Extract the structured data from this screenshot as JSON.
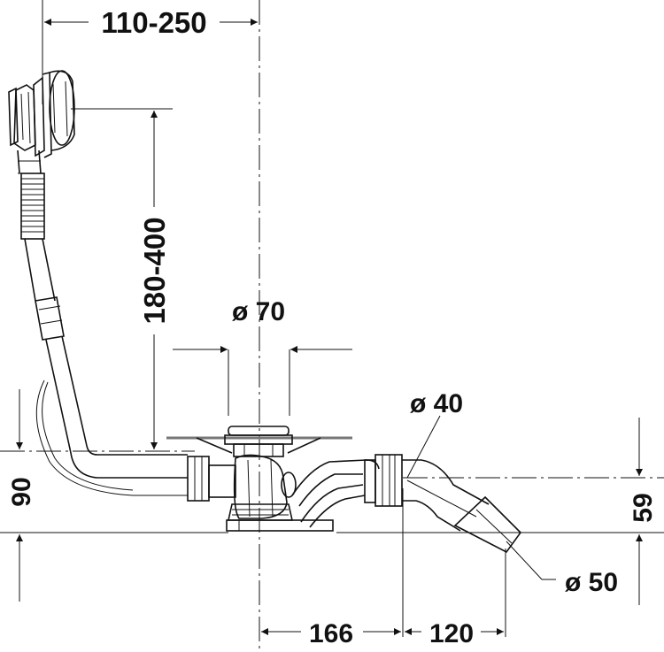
{
  "dimensions": {
    "overflow_projection": "110-250",
    "overflow_height": "180-400",
    "drain_diameter": "ø 70",
    "pipe_diameter_40": "ø 40",
    "outlet_diameter_50": "ø 50",
    "floor_height": "90",
    "outlet_height": "59",
    "drain_to_outlet": "166",
    "outlet_offset": "120"
  },
  "colors": {
    "line": "#111111",
    "tub_edge": "#777777",
    "background": "#ffffff"
  }
}
